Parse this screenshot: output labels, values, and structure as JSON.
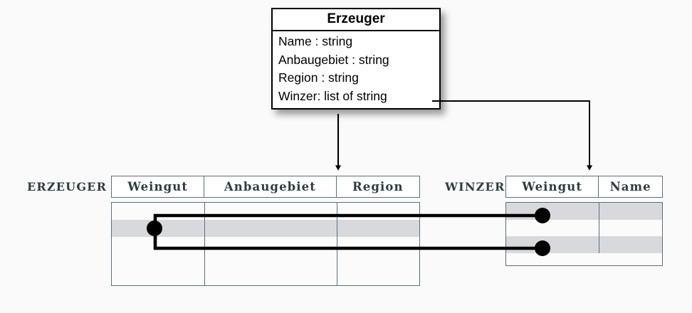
{
  "diagram": {
    "title_semantics": "uml-class-to-relational-mapping",
    "colors": {
      "table_border": "#5d7078",
      "row_shade": "#d8d9dd",
      "class_border": "#000000",
      "connector": "#000000",
      "background": "#fafafa"
    }
  },
  "uml_class": {
    "name": "Erzeuger",
    "attributes": [
      "Name : string",
      "Anbaugebiet : string",
      "Region : string",
      "Winzer: list of string"
    ]
  },
  "tables": [
    {
      "label": "ERZEUGER",
      "columns": [
        "Weingut",
        "Anbaugebiet",
        "Region"
      ],
      "row_count": 4,
      "shaded_rows": [
        1
      ],
      "rows": [
        [
          "",
          "",
          ""
        ],
        [
          "",
          "",
          ""
        ],
        [
          "",
          "",
          ""
        ],
        [
          "",
          "",
          ""
        ]
      ]
    },
    {
      "label": "WINZER",
      "columns": [
        "Weingut",
        "Name"
      ],
      "row_count": 3,
      "shaded_rows": [
        0,
        2
      ],
      "rows": [
        [
          "",
          ""
        ],
        [
          "",
          ""
        ],
        [
          "",
          ""
        ]
      ]
    }
  ],
  "connectors": {
    "arrow_to_erzeuger": "class-box-bottom-to-erzeuger-header",
    "arrow_to_winzer": "winzer-attribute-to-winzer-header",
    "link_top": "erzeuger-row2-to-winzer-row1",
    "link_bottom": "erzeuger-row2-to-winzer-row3",
    "endpoint_markers": 3
  }
}
